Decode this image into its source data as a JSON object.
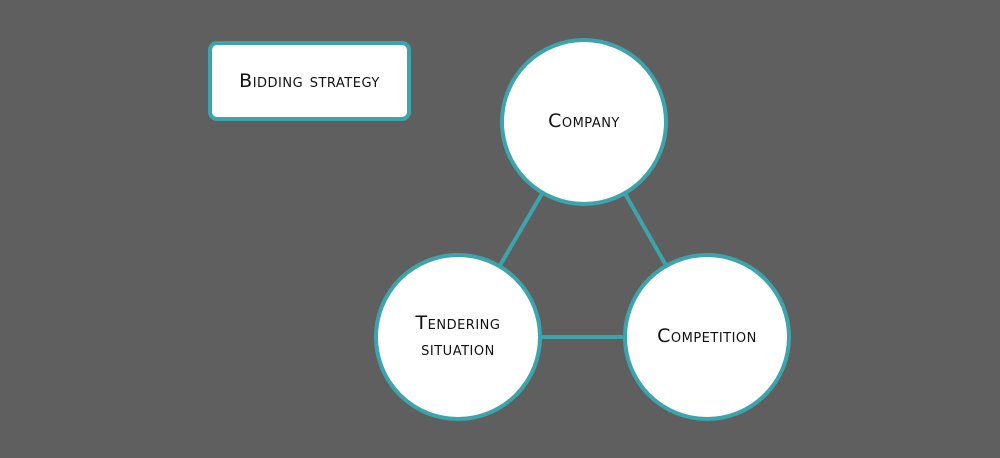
{
  "title": "Bidding strategy",
  "nodes": {
    "company": "Company",
    "tendering": "Tendering situation",
    "competition": "Competition"
  },
  "colors": {
    "accent": "#3ba5ab",
    "background": "#5f5f5f"
  }
}
